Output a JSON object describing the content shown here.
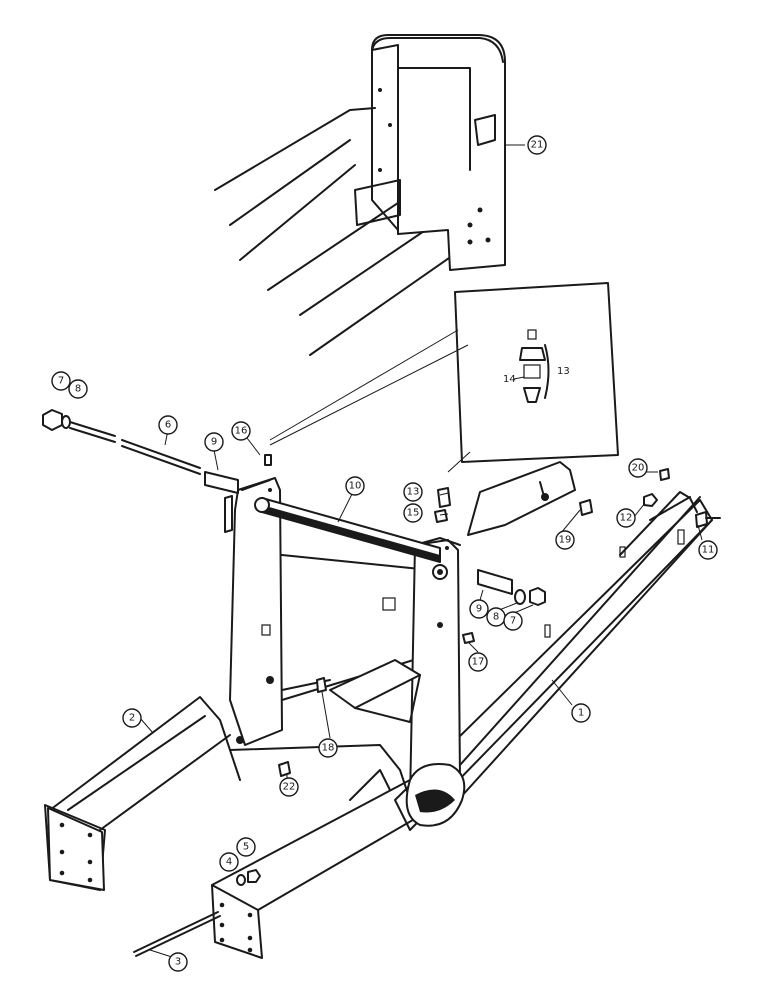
{
  "callouts": {
    "c1": "1",
    "c2": "2",
    "c3": "3",
    "c4": "4",
    "c5": "5",
    "c6": "6",
    "c7a": "7",
    "c7b": "7",
    "c8a": "8",
    "c8b": "8",
    "c9a": "9",
    "c9b": "9",
    "c10": "10",
    "c11": "11",
    "c12": "12",
    "c13": "13",
    "c14": "14",
    "c15": "15",
    "c16": "16",
    "c17": "17",
    "c18": "18",
    "c19": "19",
    "c20": "20",
    "c21": "21",
    "c22": "22",
    "c13b": "13"
  }
}
